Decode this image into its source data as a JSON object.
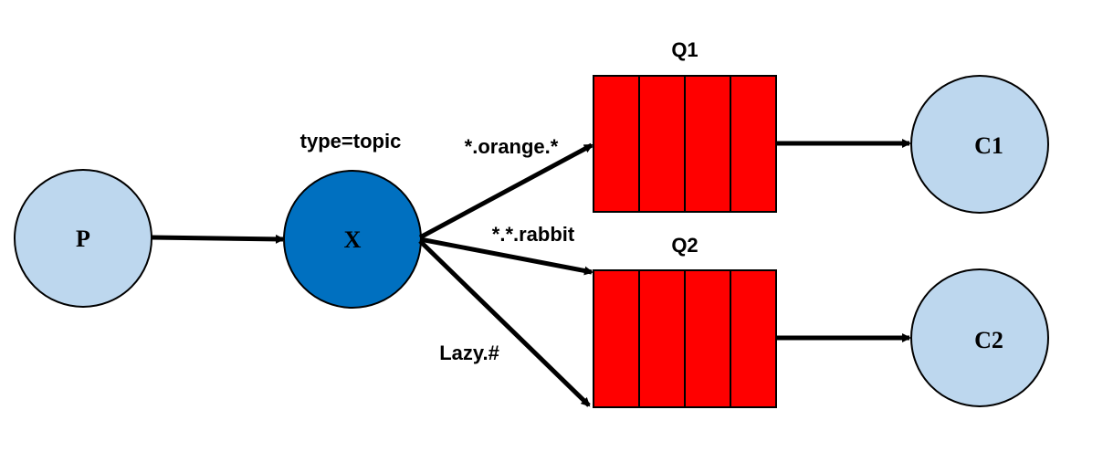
{
  "producer": {
    "label": "P",
    "fill": "#bdd7ee"
  },
  "exchange": {
    "label": "X",
    "type_label": "type=topic",
    "fill": "#0070c0"
  },
  "queues": [
    {
      "label": "Q1",
      "fill": "#ff0000",
      "cells": 4
    },
    {
      "label": "Q2",
      "fill": "#ff0000",
      "cells": 4
    }
  ],
  "consumers": [
    {
      "label": "C1",
      "fill": "#bdd7ee"
    },
    {
      "label": "C2",
      "fill": "#bdd7ee"
    }
  ],
  "bindings": [
    {
      "routing_key": "*.orange.*",
      "target": "Q1"
    },
    {
      "routing_key": "*.*.rabbit",
      "target": "Q2"
    },
    {
      "routing_key": "Lazy.#",
      "target": "Q2"
    }
  ]
}
